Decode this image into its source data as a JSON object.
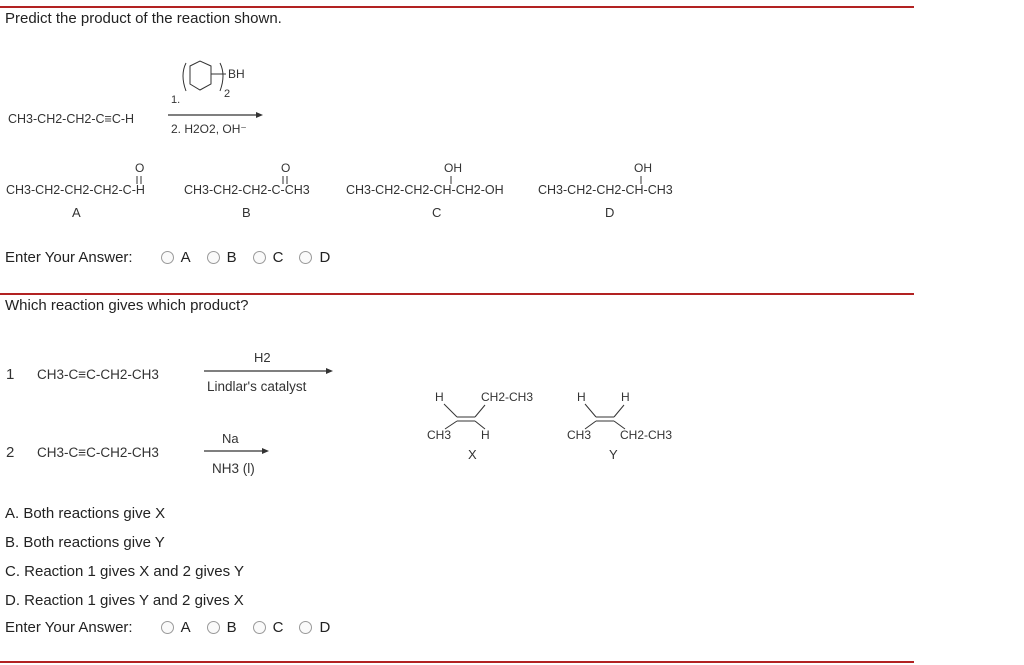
{
  "q1": {
    "prompt": "Predict the product of the reaction shown.",
    "reactant": "CH3-CH2-CH2-C≡C-H",
    "reagent_step1_num": "1.",
    "reagent_bh": "BH",
    "reagent_sub2": "2",
    "reagent_step2": "2. H2O2, OH⁻",
    "products": [
      {
        "label": "A",
        "formula": "CH3-CH2-CH2-CH2-C-H",
        "group": "O"
      },
      {
        "label": "B",
        "formula": "CH3-CH2-CH2-C-CH3",
        "group": "O"
      },
      {
        "label": "C",
        "formula": "CH3-CH2-CH2-CH-CH2-OH",
        "group": "OH"
      },
      {
        "label": "D",
        "formula": "CH3-CH2-CH2-CH-CH3",
        "group": "OH"
      }
    ],
    "answer_label": "Enter Your Answer:",
    "choices": [
      "A",
      "B",
      "C",
      "D"
    ]
  },
  "q2": {
    "prompt": "Which reaction gives which product?",
    "reactions": [
      {
        "num": "1",
        "reactant": "CH3-C≡C-CH2-CH3",
        "above": "H2",
        "below": "Lindlar's catalyst"
      },
      {
        "num": "2",
        "reactant": "CH3-C≡C-CH2-CH3",
        "above": "Na",
        "below": "NH3 (l)"
      }
    ],
    "products": [
      {
        "label": "X",
        "tl": "H",
        "tr": "CH2-CH3",
        "bl": "CH3",
        "br": "H"
      },
      {
        "label": "Y",
        "tl": "H",
        "tr": "H",
        "bl": "CH3",
        "br": "CH2-CH3"
      }
    ],
    "options": [
      "A.  Both reactions give X",
      "B.  Both reactions give Y",
      "C.  Reaction 1 gives X and 2 gives Y",
      "D.  Reaction 1 gives Y and 2 gives X"
    ],
    "answer_label": "Enter Your Answer:",
    "choices": [
      "A",
      "B",
      "C",
      "D"
    ]
  }
}
